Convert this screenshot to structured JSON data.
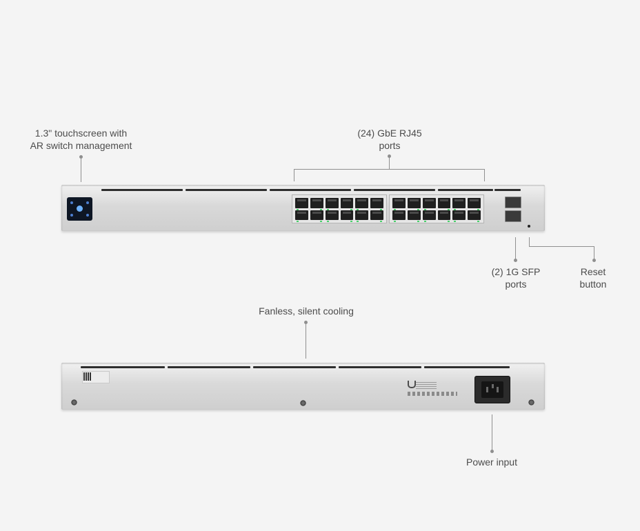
{
  "annotations": {
    "touchscreen": [
      "1.3\" touchscreen with",
      "AR switch management"
    ],
    "rj45_ports": [
      "(24) GbE RJ45",
      "ports"
    ],
    "sfp_ports": [
      "(2) 1G SFP",
      "ports"
    ],
    "reset_button": [
      "Reset",
      "button"
    ],
    "cooling": [
      "Fanless, silent cooling"
    ],
    "power_input": [
      "Power input"
    ]
  },
  "colors": {
    "annotation_text": "#4b4b4b",
    "leader_line": "#8f8f8f",
    "port_led": "#48d16a",
    "screen": "#0e1624"
  },
  "front_panel": {
    "rj45_port_count": 24,
    "sfp_port_count": 2
  }
}
